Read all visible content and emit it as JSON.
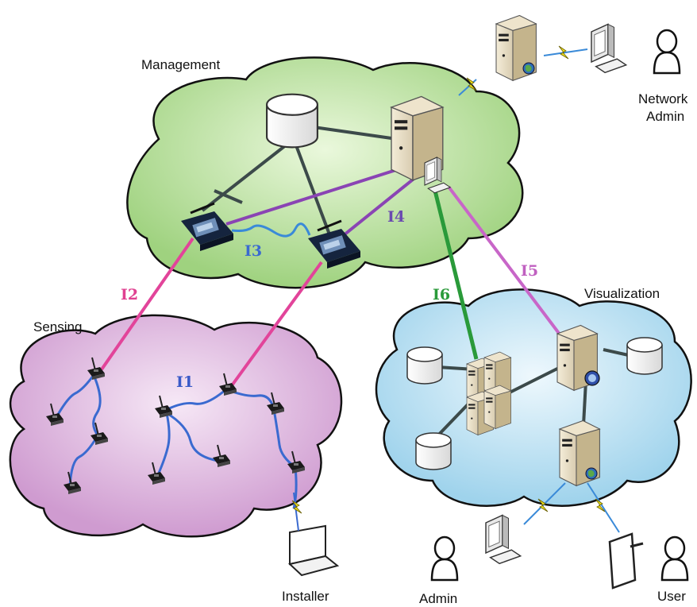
{
  "clouds": {
    "management": "Management",
    "sensing": "Sensing",
    "visualization": "Visualization"
  },
  "actors": {
    "network_admin_line1": "Network",
    "network_admin_line2": "Admin",
    "installer": "Installer",
    "admin": "Admin",
    "user": "User"
  },
  "interfaces": {
    "i1": "I1",
    "i2": "I2",
    "i3": "I3",
    "i4": "I4",
    "i5": "I5",
    "i6": "I6"
  },
  "colors": {
    "management_cloud": "#a8d88a",
    "sensing_cloud": "#d8a8d8",
    "visualization_cloud": "#a8d8ee",
    "i1": "#3a6ad0",
    "i2": "#e04090",
    "i3": "#3a8ad8",
    "i4": "#8040b0",
    "i5": "#c060c0",
    "i6": "#2a9a3a",
    "structural_link": "#444444",
    "wireless": "#e8e020"
  }
}
